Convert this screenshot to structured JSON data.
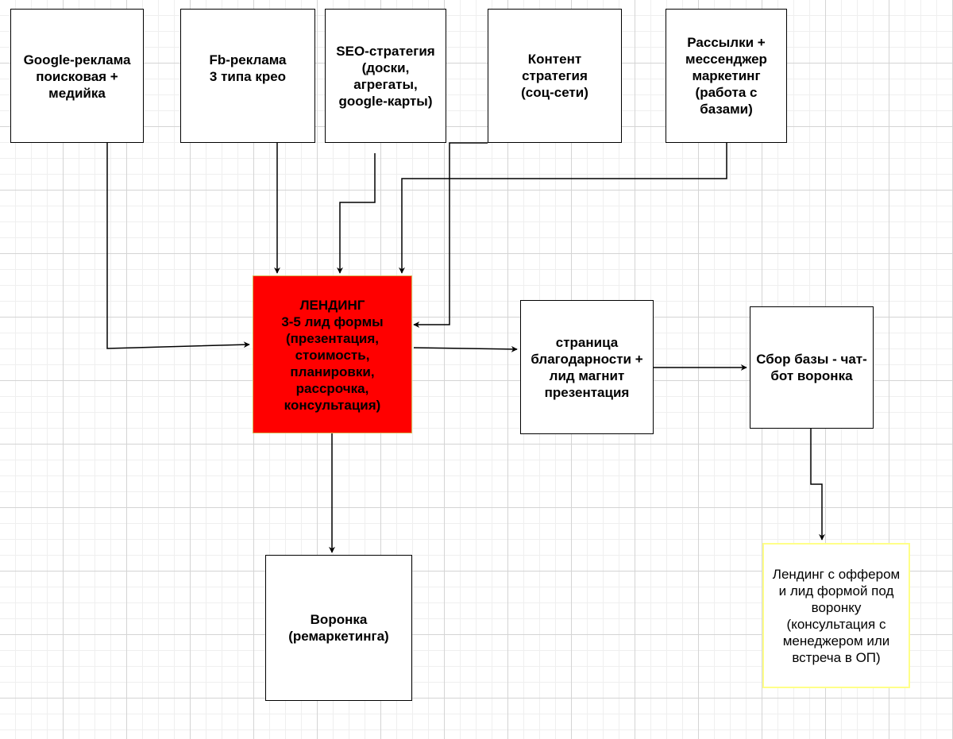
{
  "colors": {
    "canvas": "#ffffff",
    "grid_major": "#d4d4d4",
    "grid_minor": "#efefef",
    "node_border": "#000000",
    "hub_fill": "#ff0000",
    "hub_border": "#d6b656",
    "callout_border": "#ffff88"
  },
  "nodes": {
    "google_ads": "Google-реклама\nпоисковая +\nмедийка",
    "fb_ads": "Fb-реклама\n3 типа крео",
    "seo": "SEO-стратегия\n(доски,\nагрегаты,\ngoogle-карты)",
    "content": "Контент\nстратегия\n(соц-сети)",
    "mailing": "Рассылки +\nмессенджер\nмаркетинг\n(работа с\nбазами)",
    "landing": "ЛЕНДИНГ\n3-5 лид формы\n(презентация,\nстоимость,\nпланировки,\nрассрочка,\nконсультация)",
    "thank_you": "страница\nблагодарности +\nлид магнит\nпрезентация",
    "chatbot": "Сбор базы - чат-\nбот воронка",
    "remarketing": "Воронка\n(ремаркетинга)",
    "offer_landing": "Лендинг с оффером\nи лид формой под\nворонку\n(консультация с\nменеджером или\nвстреча в ОП)"
  },
  "edges": [
    {
      "from": "google_ads",
      "to": "landing"
    },
    {
      "from": "fb_ads",
      "to": "landing"
    },
    {
      "from": "seo",
      "to": "landing"
    },
    {
      "from": "content",
      "to": "landing"
    },
    {
      "from": "mailing",
      "to": "landing"
    },
    {
      "from": "landing",
      "to": "thank_you"
    },
    {
      "from": "thank_you",
      "to": "chatbot"
    },
    {
      "from": "landing",
      "to": "remarketing"
    },
    {
      "from": "chatbot",
      "to": "offer_landing"
    }
  ]
}
